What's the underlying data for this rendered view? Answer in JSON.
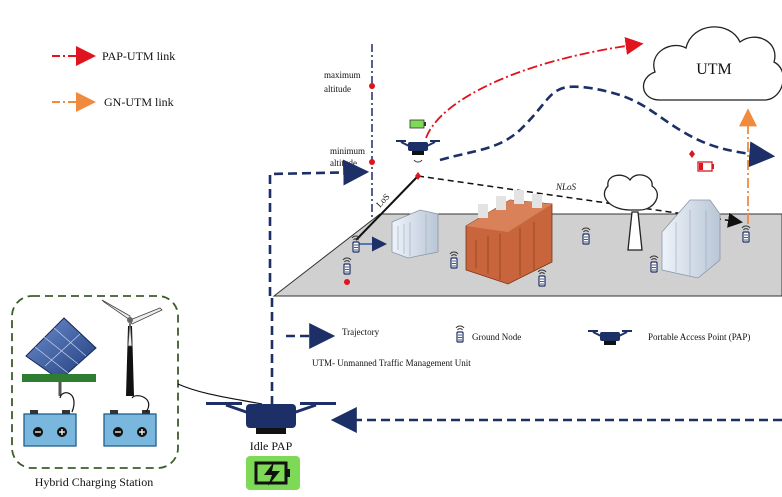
{
  "legend": {
    "pap_utm_link": "PAP-UTM link",
    "gn_utm_link": "GN-UTM link",
    "trajectory": "Trajectory",
    "ground_node": "Ground Node",
    "pap": "Portable Access Point (PAP)"
  },
  "labels": {
    "utm": "UTM",
    "maximum": "maximum",
    "altitude_max": "altitude",
    "minimum": "minimum",
    "altitude_min": "altitude",
    "los": "LoS",
    "nlos": "NLoS",
    "utm_note": "UTM- Unmanned Traffic Management Unit",
    "idle_pap": "Idle PAP",
    "charging_station": "Hybrid Charging Station"
  },
  "colors": {
    "pap_utm_link": "#e0141e",
    "gn_utm_link": "#f08a3c",
    "trajectory": "#1c2f66",
    "platform": "#cfcfcf",
    "station_border": "#3b5e2b",
    "battery_full": "#7ed957",
    "battery_low": "#e0141e",
    "brick": "#c8653d"
  }
}
